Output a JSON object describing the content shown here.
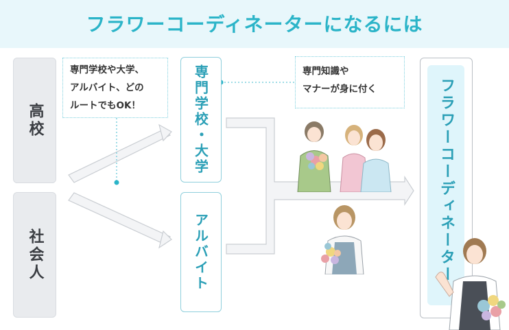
{
  "title": "フラワーコーディネーターになるには",
  "start_nodes": [
    {
      "label": "高校"
    },
    {
      "label": "社会人"
    }
  ],
  "routes": [
    {
      "label": "専門学校・大学"
    },
    {
      "label": "アルバイト"
    }
  ],
  "goal": {
    "label": "フラワーコーディネーター"
  },
  "notes": {
    "routes_note": [
      "専門学校や大学、",
      "アルバイト、どの",
      "ルートでもOK！"
    ],
    "skills_note": [
      "専門知識や",
      "マナーが身に付く"
    ]
  },
  "colors": {
    "accent": "#2bb4c8",
    "header_bg": "#e8f7fb",
    "goal_bg": "#dff5fb",
    "node_gray": "#e9ebee"
  }
}
